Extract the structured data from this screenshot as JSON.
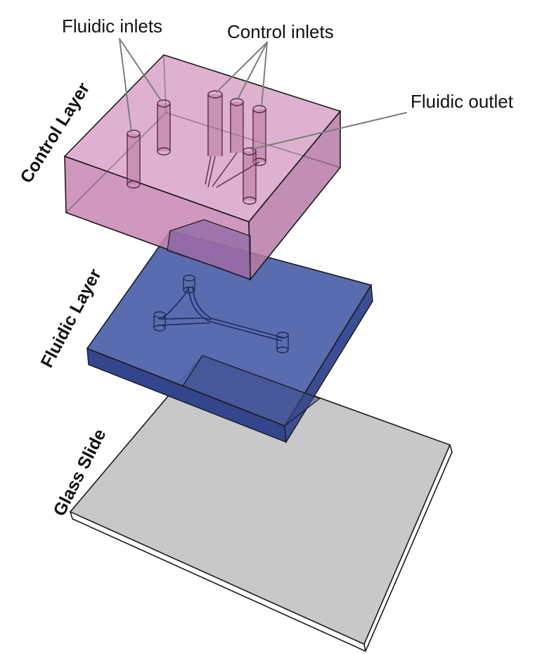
{
  "labels": {
    "fluidic_inlets": "Fluidic inlets",
    "control_inlets": "Control inlets",
    "fluidic_outlet": "Fluidic outlet",
    "control_layer": "Control Layer",
    "fluidic_layer": "Fluidic Layer",
    "glass_slide": "Glass Slide"
  },
  "colors": {
    "control_layer": "#c986b4",
    "fluidic_layer": "#4b5fa8",
    "glass_slide": "#c8c8c8"
  }
}
